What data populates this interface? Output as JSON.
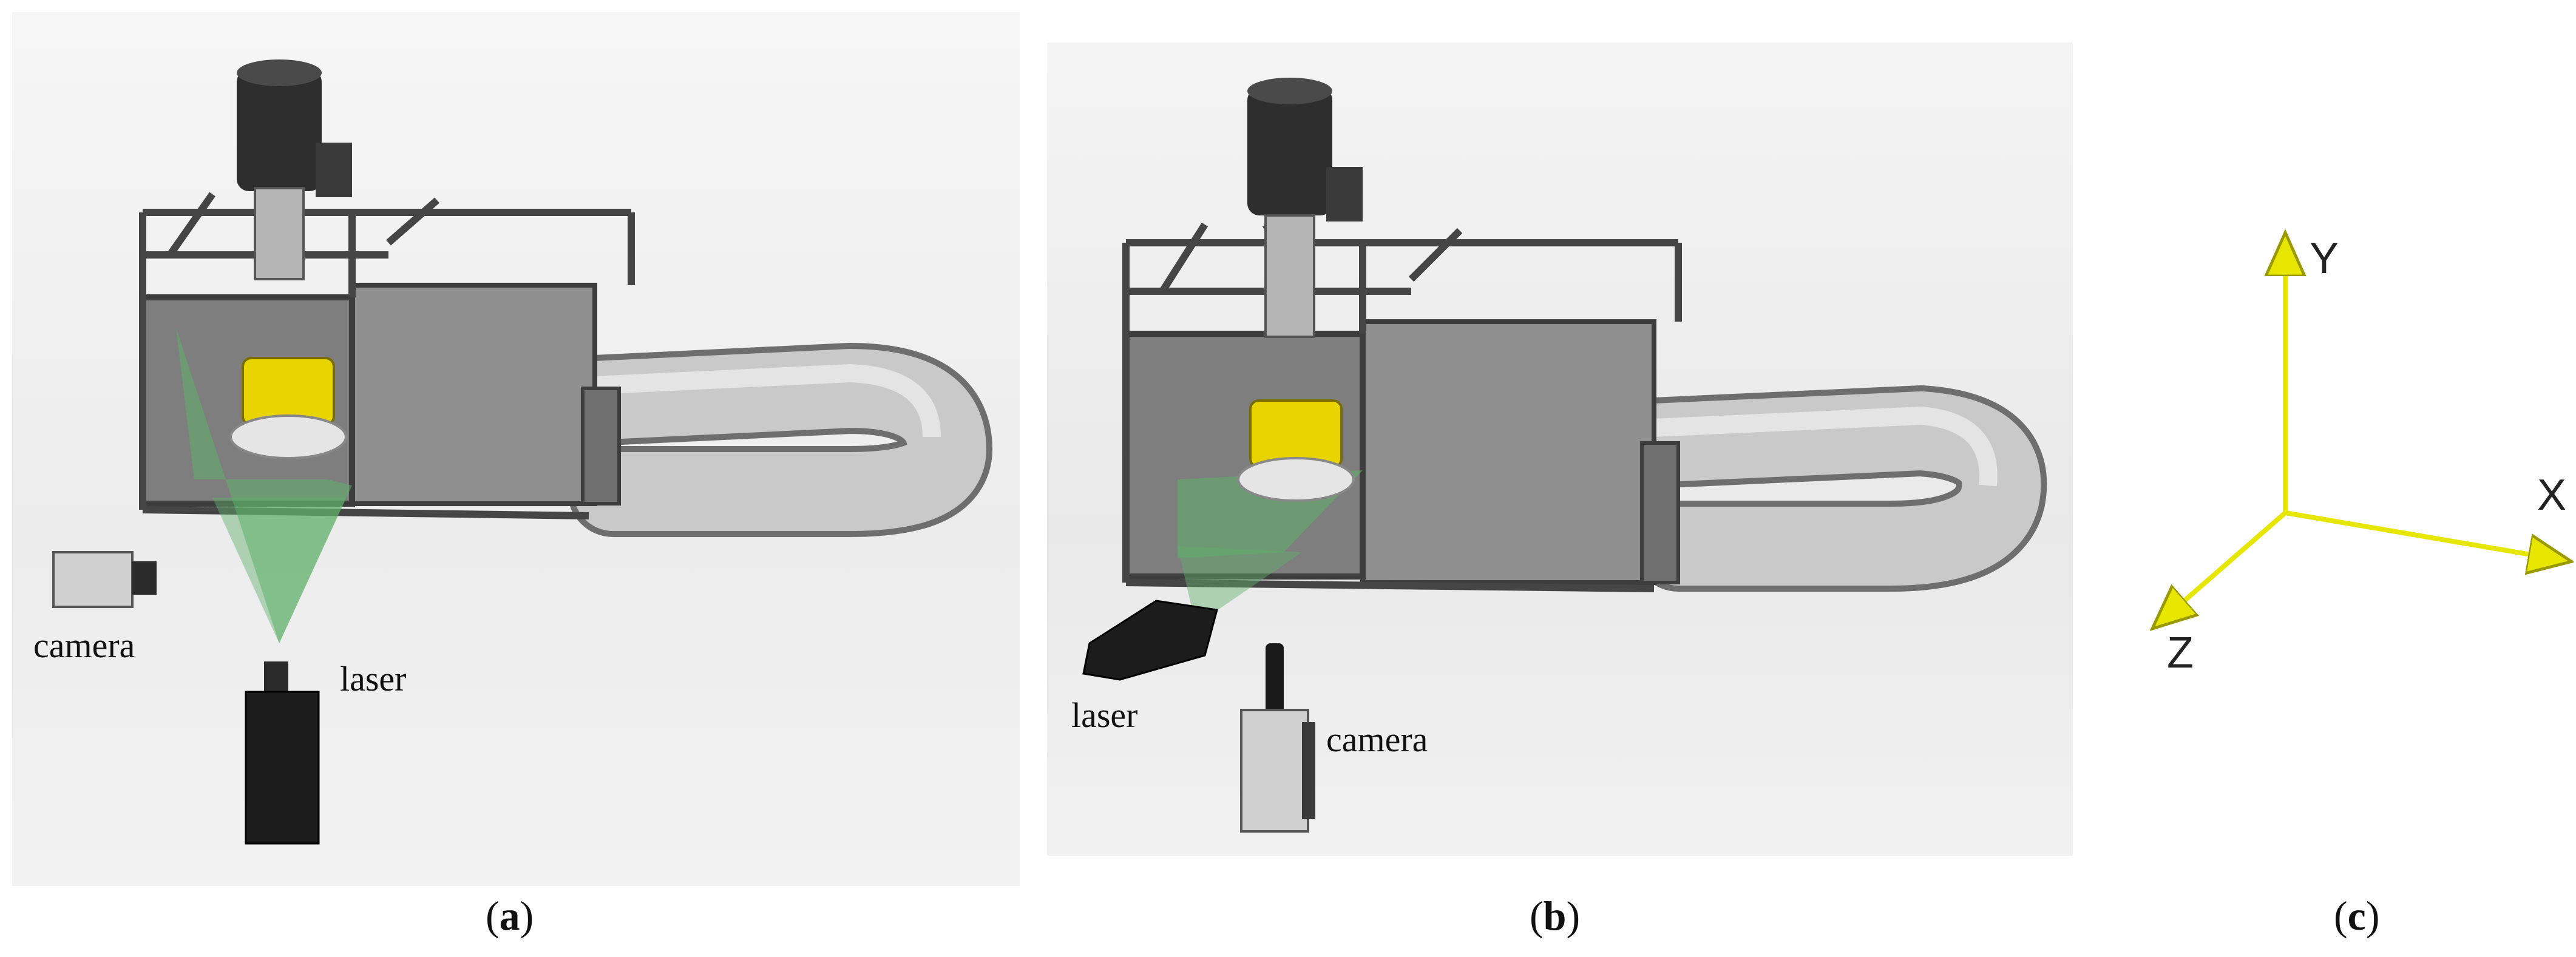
{
  "panels": {
    "a": {
      "caption_letter": "a",
      "labels": {
        "camera": "camera",
        "laser": "laser"
      }
    },
    "b": {
      "caption_letter": "b",
      "labels": {
        "camera": "camera",
        "laser": "laser"
      }
    },
    "c": {
      "caption_letter": "c",
      "axes": {
        "y": "Y",
        "x": "X",
        "z": "Z"
      }
    }
  },
  "colors": {
    "laser_sheet": "#5fb06a",
    "axis_yellow": "#e6e600",
    "impeller_yellow": "#e8d400",
    "tank_gray": "#8c8c8c",
    "frame_dark": "#4a4a4a"
  }
}
